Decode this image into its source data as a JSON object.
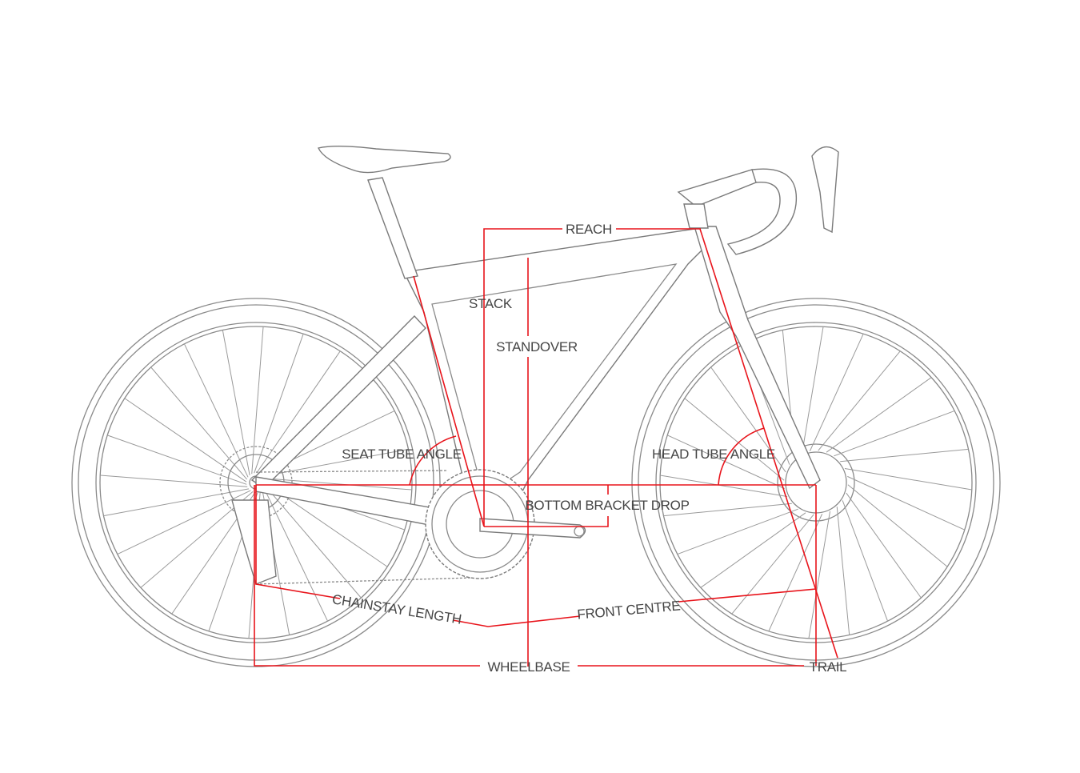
{
  "diagram": {
    "labels": {
      "reach": "REACH",
      "stack": "STACK",
      "standover": "STANDOVER",
      "seat_tube_angle": "SEAT TUBE ANGLE",
      "head_tube_angle": "HEAD TUBE ANGLE",
      "bottom_bracket_drop": "BOTTOM BRACKET DROP",
      "chainstay_length": "CHAINSTAY LENGTH",
      "front_centre": "FRONT CENTRE",
      "wheelbase": "WHEELBASE",
      "trail": "TRAIL"
    },
    "colors": {
      "measure": "#e8141b",
      "drawing": "#8a8a8a",
      "text": "#454545"
    }
  }
}
